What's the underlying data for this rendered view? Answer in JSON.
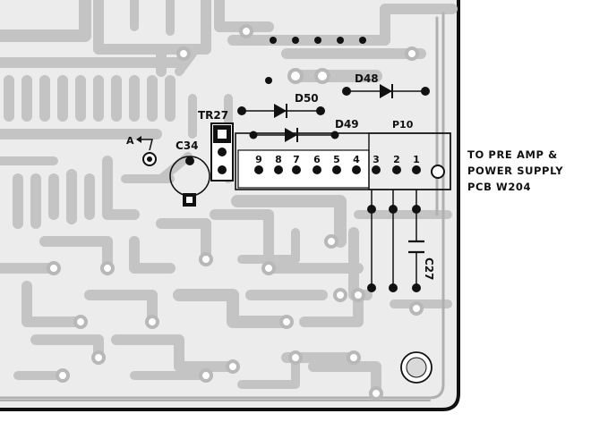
{
  "labels": {
    "tr27": "TR27",
    "d50": "D50",
    "d48": "D48",
    "d49": "D49",
    "p10": "P10",
    "c34": "C34",
    "a": "A",
    "c27": "C27",
    "pins": [
      "9",
      "8",
      "7",
      "6",
      "5",
      "4",
      "3",
      "2",
      "1"
    ]
  },
  "note": {
    "line1": "TO PRE AMP &",
    "line2": "POWER SUPPLY",
    "line3": "PCB W204"
  },
  "colors": {
    "board": "#ececec",
    "track": "#c2c2c2",
    "ink": "#111111"
  }
}
